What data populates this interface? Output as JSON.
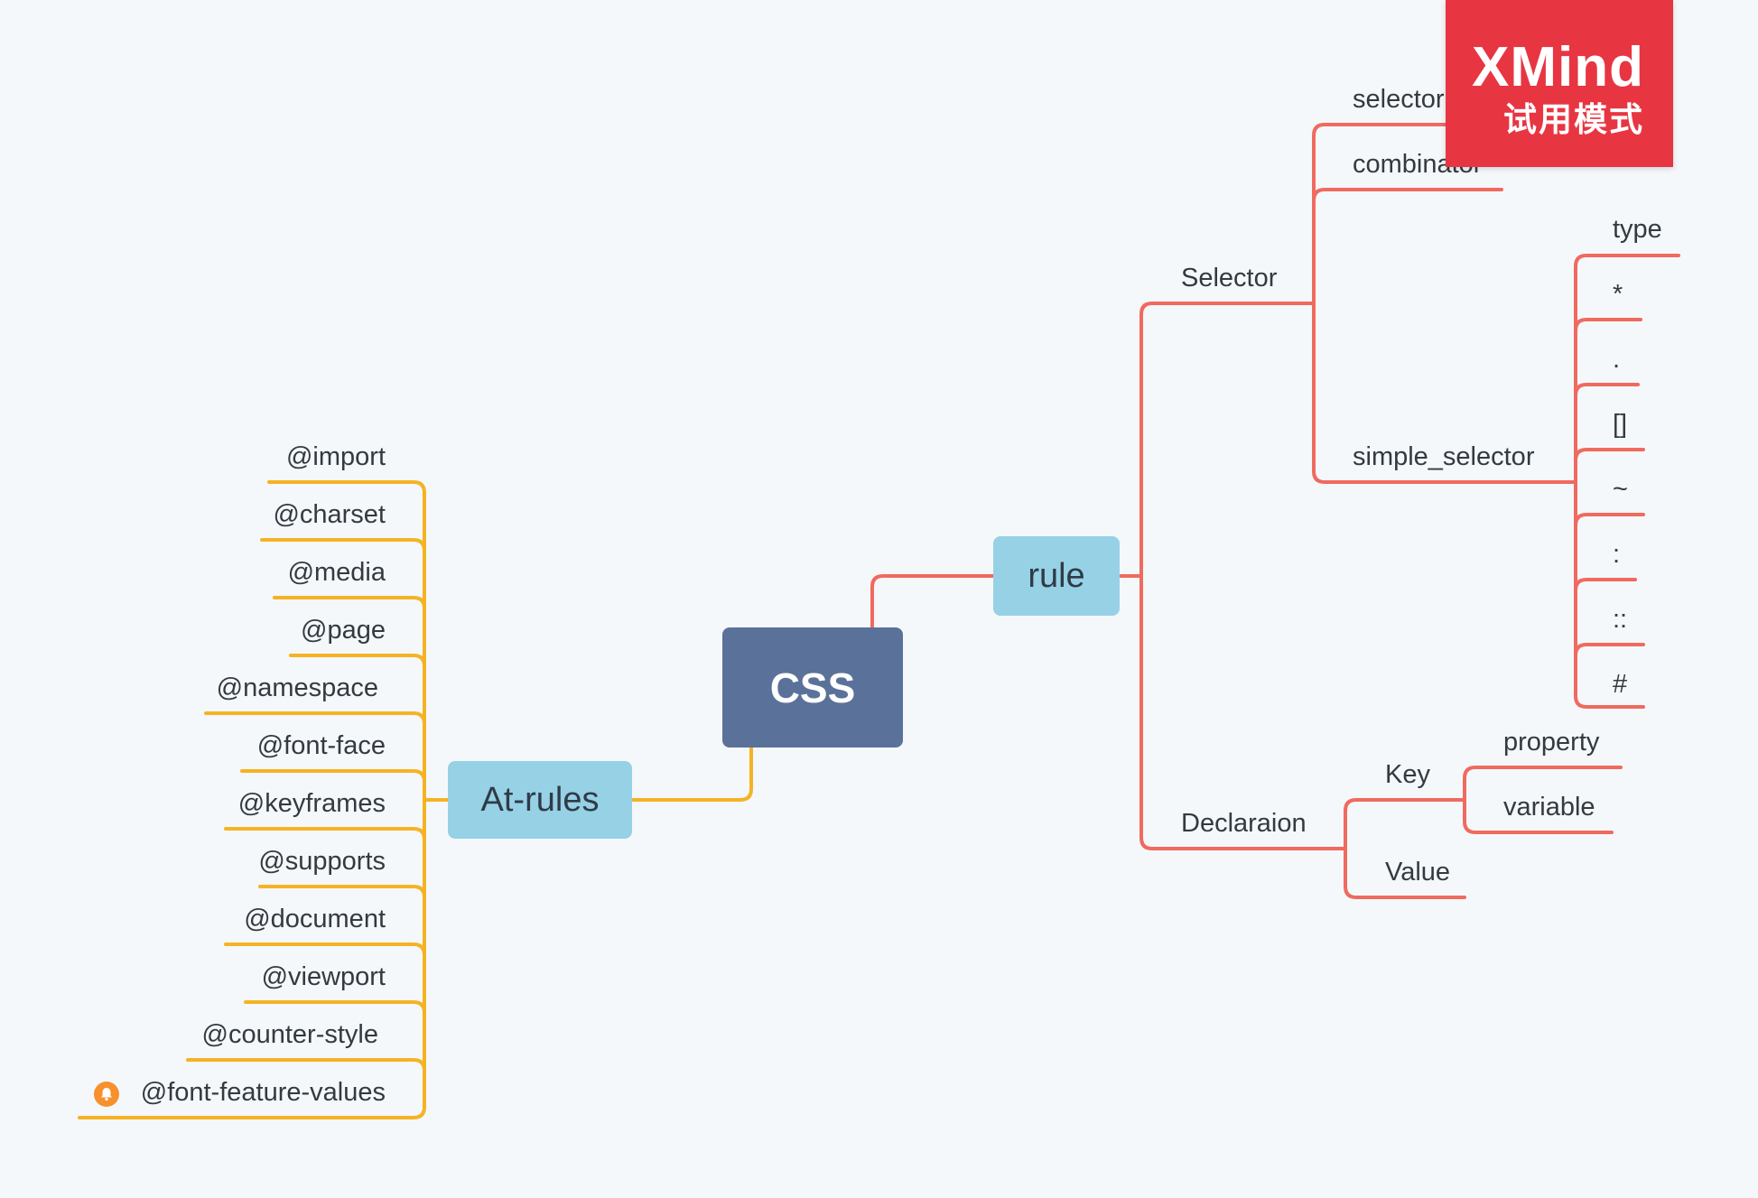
{
  "root": {
    "label": "CSS"
  },
  "rule": {
    "label": "rule",
    "selector": {
      "label": "Selector",
      "children": [
        "selector",
        "combinator",
        "simple_selector"
      ],
      "simple_selector_children": [
        "type",
        "*",
        ".",
        "[]",
        "~",
        ":",
        "::",
        "#"
      ]
    },
    "declaration": {
      "label": "Declaraion",
      "key": {
        "label": "Key",
        "children": [
          "property",
          "variable"
        ]
      },
      "value": {
        "label": "Value"
      }
    }
  },
  "at_rules": {
    "label": "At-rules",
    "items": [
      "@import",
      "@charset",
      "@media",
      "@page",
      "@namespace",
      "@font-face",
      "@keyframes",
      "@supports",
      "@document",
      "@viewport",
      "@counter-style",
      "@font-feature-values"
    ]
  },
  "watermark": {
    "brand": "XMind",
    "mode": "试用模式"
  },
  "colors": {
    "right_branch": "#f06a5f",
    "left_branch": "#f5b324",
    "root": "#5a7299",
    "main_topic": "#96d1e6",
    "watermark": "#e83542",
    "alarm_icon": "#f7902d"
  },
  "icons": {
    "font_feature_values": "alarm-bell-icon"
  }
}
